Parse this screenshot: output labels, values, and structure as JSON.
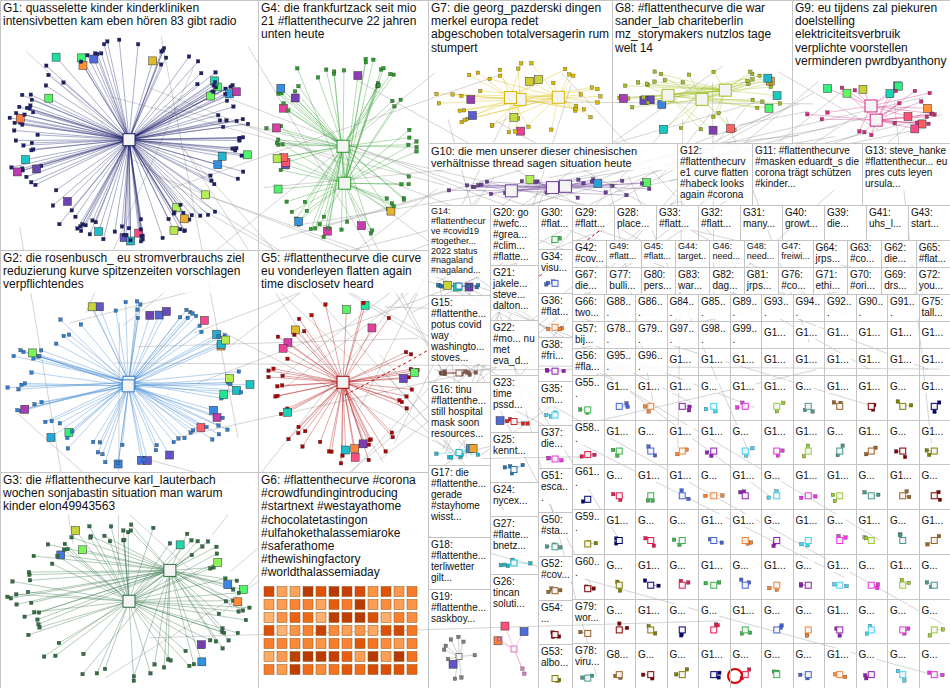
{
  "diagram": {
    "nodes": [
      {
        "text": [
          "G1: quasselette kinder kinderkliniken intensivbetten kam eben hören 83 gibt radio"
        ]
      },
      {
        "text": [
          "G4: die frankfurtzack seit mio 21 #flattenthecurve 22 jahren unten heute"
        ]
      },
      {
        "text": [
          "G7: die georg_pazderski dingen merkel europa redet abgeschoben totalversagerin rum stumpert"
        ]
      },
      {
        "text": [
          "G8: #flattenthecurve die war sander_lab chariteberlin mz_storymakers nutzlos tage welt 14"
        ]
      },
      {
        "text": [
          "G9: eu tijdens zal piekuren doelstelling elektriciteitsverbruik verplichte voorstellen verminderen pwrdbyanthony"
        ]
      },
      {
        "text": [
          "G10: die men unserer dieser chinesischen verhältnisse thread sagen situation heute"
        ]
      },
      {
        "text": [
          "G12: #flattenthecurve1 curve flatten #habeck looks again #corona"
        ]
      },
      {
        "text": [
          "G11: #flattenthecurve #masken eduardt_s die corona trägt schützen #kinder..."
        ]
      },
      {
        "text": [
          "G13: steve_hanke #flattenthecur... eu pres cuts leyen ursula..."
        ]
      },
      {
        "text": [
          "G2: die rosenbusch_ eu stromverbrauchs ziel reduzierung kurve spitzenzeiten vorschlagen verpflichtendes"
        ]
      },
      {
        "text": [
          "G5: #flattenthecurve die curve eu vonderleyen flatten again time disclosetv heard"
        ]
      },
      {
        "text": [
          "G3: die #flattenthecurve karl_lauterbach wochen sonjabastin situation man warum kinder elon49943563"
        ]
      },
      {
        "text": [
          "G6: #flattenthecurve #corona #crowdfundingintroducing #startnext #westayathome #chocolatetastingon #ulfahokethalassemiaroke #saferathome #thewishingfactory #worldthalassemiaday"
        ]
      },
      {
        "text": [
          "G14: #flattenthecurve #covid19 #together... 2022 status #nagaland #nagaland..."
        ]
      },
      {
        "text": [
          "G15: #flattenthe... potus covid way washingto... stoves..."
        ]
      },
      {
        "text": [
          "G16: tinu #flattenthe... still hospital mask soon resources..."
        ]
      },
      {
        "text": [
          "G17: die #flattenthe... gerade #stayhome wisst..."
        ]
      },
      {
        "text": [
          "G18: #flattenthe... terliwetter gilt..."
        ]
      },
      {
        "text": [
          "G19: #flattenthe... saskboy..."
        ]
      },
      {
        "text": [
          "G20: go #wefc... #grea... #clim... #flatte..."
        ]
      },
      {
        "text": [
          "G21: jakele... steve... dalton..."
        ]
      },
      {
        "text": [
          "G22: #mo... nu met eva_d..."
        ]
      },
      {
        "text": [
          "G23: time pssd..."
        ]
      },
      {
        "text": [
          "G25: kennt..."
        ]
      },
      {
        "text": [
          "G24: nycex..."
        ]
      },
      {
        "text": [
          "G27: #flatte... bnetz..."
        ]
      },
      {
        "text": [
          "G26: tincan soluti..."
        ]
      },
      {
        "text": [
          "G30: #flat..."
        ]
      },
      {
        "text": [
          "G34: visu..."
        ]
      },
      {
        "text": [
          "G36: #flat..."
        ]
      },
      {
        "text": [
          "G38: #fri..."
        ]
      },
      {
        "text": [
          "G35: cm..."
        ]
      },
      {
        "text": [
          "G37: die..."
        ]
      },
      {
        "text": [
          "G51: esca..."
        ]
      },
      {
        "text": [
          "G50: #sta..."
        ]
      },
      {
        "text": [
          "G52: #cov..."
        ]
      },
      {
        "text": [
          "G54: ..."
        ]
      },
      {
        "text": [
          "G53: albo..."
        ]
      },
      {
        "text": [
          "G29: #flatt..."
        ]
      },
      {
        "text": [
          "G28: place..."
        ]
      },
      {
        "text": [
          "G33: #flatt..."
        ]
      },
      {
        "text": [
          "G32: #flatt..."
        ]
      },
      {
        "text": [
          "G31: many..."
        ]
      },
      {
        "text": [
          "G40: growt..."
        ]
      },
      {
        "text": [
          "G39: die..."
        ]
      },
      {
        "text": [
          "G41: uhs_l..."
        ]
      },
      {
        "text": [
          "G43: start..."
        ]
      },
      {
        "text": [
          "G42: #cov..."
        ]
      },
      {
        "text": [
          "G49: #flatt..."
        ]
      },
      {
        "text": [
          "G45: #flatt..."
        ]
      },
      {
        "text": [
          "G44: target..."
        ]
      },
      {
        "text": [
          "G46: need..."
        ]
      },
      {
        "text": [
          "G48: need..."
        ]
      },
      {
        "text": [
          "G47: freiwi..."
        ]
      },
      {
        "text": [
          "G64: jrps..."
        ]
      },
      {
        "text": [
          "G63: #co..."
        ]
      },
      {
        "text": [
          "G62: die..."
        ]
      },
      {
        "text": [
          "G65: #flat..."
        ]
      },
      {
        "text": [
          "G67: die..."
        ]
      },
      {
        "text": [
          "G77: bulli..."
        ]
      },
      {
        "text": [
          "G80: pers..."
        ]
      },
      {
        "text": [
          "G83: war..."
        ]
      },
      {
        "text": [
          "G82: dag..."
        ]
      },
      {
        "text": [
          "G81: jrps..."
        ]
      },
      {
        "text": [
          "G76: #co..."
        ]
      },
      {
        "text": [
          "G71: ethi..."
        ]
      },
      {
        "text": [
          "G70: #ori..."
        ]
      },
      {
        "text": [
          "G69: drs..."
        ]
      },
      {
        "text": [
          "G72: you..."
        ]
      },
      {
        "text": [
          "G66: two..."
        ]
      },
      {
        "text": [
          "G88..."
        ]
      },
      {
        "text": [
          "G86..."
        ]
      },
      {
        "text": [
          "G84..."
        ]
      },
      {
        "text": [
          "G85..."
        ]
      },
      {
        "text": [
          "G89..."
        ]
      },
      {
        "text": [
          "G93..."
        ]
      },
      {
        "text": [
          "G94..."
        ]
      },
      {
        "text": [
          "G92..."
        ]
      },
      {
        "text": [
          "G90..."
        ]
      },
      {
        "text": [
          "G91..."
        ]
      },
      {
        "text": [
          "G75: tall..."
        ]
      },
      {
        "text": [
          "G57: bij..."
        ]
      },
      {
        "text": [
          "G78..."
        ]
      },
      {
        "text": [
          "G79..."
        ]
      },
      {
        "text": [
          "G97..."
        ]
      },
      {
        "text": [
          "G98..."
        ]
      },
      {
        "text": [
          "G99..."
        ]
      },
      {
        "text": [
          "G1..."
        ]
      },
      {
        "text": [
          "G1..."
        ]
      },
      {
        "text": [
          "G1..."
        ]
      },
      {
        "text": [
          "G1..."
        ]
      },
      {
        "text": [
          "G1..."
        ]
      },
      {
        "text": [
          "G1..."
        ]
      },
      {
        "text": [
          "G56: #fla..."
        ]
      },
      {
        "text": [
          "G95..."
        ]
      },
      {
        "text": [
          "G96..."
        ]
      },
      {
        "text": [
          "G1..."
        ]
      },
      {
        "text": [
          "G1..."
        ]
      },
      {
        "text": [
          "G1..."
        ]
      },
      {
        "text": [
          "G1..."
        ]
      },
      {
        "text": [
          "G1..."
        ]
      },
      {
        "text": [
          "G1..."
        ]
      },
      {
        "text": [
          "G1..."
        ]
      },
      {
        "text": [
          "G1..."
        ]
      },
      {
        "text": [
          "G1..."
        ]
      },
      {
        "text": [
          "G55..."
        ]
      },
      {
        "text": [
          "G1..."
        ]
      },
      {
        "text": [
          "G1..."
        ]
      },
      {
        "text": [
          "G1..."
        ]
      },
      {
        "text": [
          "G..."
        ]
      },
      {
        "text": [
          "G1..."
        ]
      },
      {
        "text": [
          "G1..."
        ]
      },
      {
        "text": [
          "G..."
        ]
      },
      {
        "text": [
          "G1..."
        ]
      },
      {
        "text": [
          "G1..."
        ]
      },
      {
        "text": [
          "G..."
        ]
      },
      {
        "text": [
          "G1..."
        ]
      },
      {
        "text": [
          "G58..."
        ]
      },
      {
        "text": [
          "G1..."
        ]
      },
      {
        "text": [
          "G..."
        ]
      },
      {
        "text": [
          "G1..."
        ]
      },
      {
        "text": [
          "G1..."
        ]
      },
      {
        "text": [
          "G..."
        ]
      },
      {
        "text": [
          "G1..."
        ]
      },
      {
        "text": [
          "G1..."
        ]
      },
      {
        "text": [
          "G..."
        ]
      },
      {
        "text": [
          "G1..."
        ]
      },
      {
        "text": [
          "G..."
        ]
      },
      {
        "text": [
          "G1..."
        ]
      },
      {
        "text": [
          "G61..."
        ]
      },
      {
        "text": [
          "G..."
        ]
      },
      {
        "text": [
          "G1..."
        ]
      },
      {
        "text": [
          "G1..."
        ]
      },
      {
        "text": [
          "G..."
        ]
      },
      {
        "text": [
          "G1..."
        ]
      },
      {
        "text": [
          "G..."
        ]
      },
      {
        "text": [
          "G1..."
        ]
      },
      {
        "text": [
          "G1..."
        ]
      },
      {
        "text": [
          "G..."
        ]
      },
      {
        "text": [
          "G1..."
        ]
      },
      {
        "text": [
          "G..."
        ]
      },
      {
        "text": [
          "G59..."
        ]
      },
      {
        "text": [
          "G1..."
        ]
      },
      {
        "text": [
          "G..."
        ]
      },
      {
        "text": [
          "G..."
        ]
      },
      {
        "text": [
          "G1..."
        ]
      },
      {
        "text": [
          "G1..."
        ]
      },
      {
        "text": [
          "G..."
        ]
      },
      {
        "text": [
          "G1..."
        ]
      },
      {
        "text": [
          "G..."
        ]
      },
      {
        "text": [
          "G1..."
        ]
      },
      {
        "text": [
          "G..."
        ]
      },
      {
        "text": [
          "G1..."
        ]
      },
      {
        "text": [
          "G60..."
        ]
      },
      {
        "text": [
          "G..."
        ]
      },
      {
        "text": [
          "G1..."
        ]
      },
      {
        "text": [
          "G..."
        ]
      },
      {
        "text": [
          "G1..."
        ]
      },
      {
        "text": [
          "G..."
        ]
      },
      {
        "text": [
          "G1..."
        ]
      },
      {
        "text": [
          "G..."
        ]
      },
      {
        "text": [
          "G1..."
        ]
      },
      {
        "text": [
          "G..."
        ]
      },
      {
        "text": [
          "G1..."
        ]
      },
      {
        "text": [
          "G..."
        ]
      },
      {
        "text": [
          "G79: wor..."
        ]
      },
      {
        "text": [
          "G..."
        ]
      },
      {
        "text": [
          "G1..."
        ]
      },
      {
        "text": [
          "G..."
        ]
      },
      {
        "text": [
          "G..."
        ]
      },
      {
        "text": [
          "G1..."
        ]
      },
      {
        "text": [
          "G..."
        ]
      },
      {
        "text": [
          "G..."
        ]
      },
      {
        "text": [
          "G1..."
        ]
      },
      {
        "text": [
          "G..."
        ]
      },
      {
        "text": [
          "G..."
        ]
      },
      {
        "text": [
          "G..."
        ]
      },
      {
        "text": [
          "G78: viru..."
        ]
      },
      {
        "text": [
          "G8..."
        ]
      },
      {
        "text": [
          "G..."
        ]
      },
      {
        "text": [
          "G..."
        ]
      },
      {
        "text": [
          "G1..."
        ]
      },
      {
        "text": [
          "G..."
        ]
      },
      {
        "text": [
          "G..."
        ]
      },
      {
        "text": [
          "G..."
        ]
      },
      {
        "text": [
          "G1..."
        ]
      },
      {
        "text": [
          "G..."
        ]
      },
      {
        "text": [
          "G..."
        ]
      },
      {
        "text": [
          "G..."
        ]
      }
    ]
  }
}
